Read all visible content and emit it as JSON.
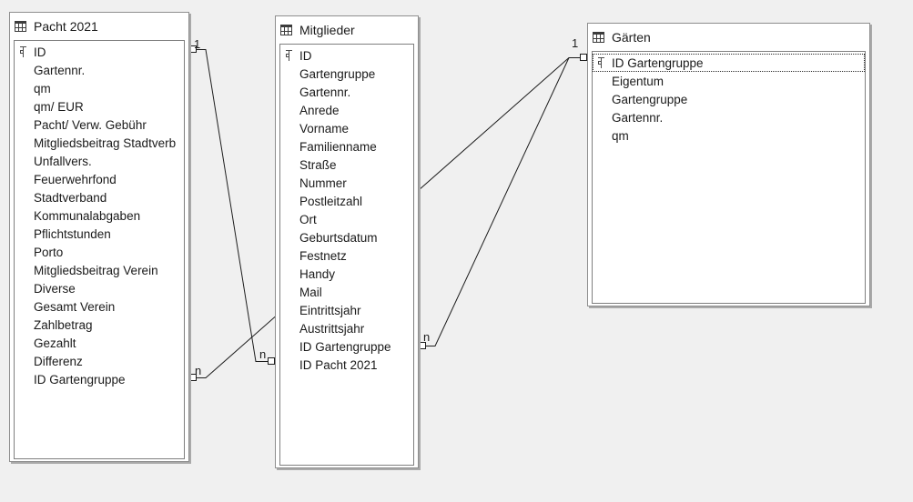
{
  "app": {
    "view": "Relationship design",
    "background_color": "#f0f0f0",
    "line_color": "#1c1c1c"
  },
  "tables": [
    {
      "name": "Pacht 2021",
      "fields": [
        {
          "name": "ID",
          "key": true
        },
        {
          "name": "Gartennr."
        },
        {
          "name": "qm"
        },
        {
          "name": "qm/ EUR"
        },
        {
          "name": "Pacht/ Verw. Gebühr"
        },
        {
          "name": "Mitgliedsbeitrag Stadtverb"
        },
        {
          "name": "Unfallvers."
        },
        {
          "name": "Feuerwehrfond"
        },
        {
          "name": "Stadtverband"
        },
        {
          "name": "Kommunalabgaben"
        },
        {
          "name": "Pflichtstunden"
        },
        {
          "name": "Porto"
        },
        {
          "name": "Mitgliedsbeitrag Verein"
        },
        {
          "name": "Diverse"
        },
        {
          "name": "Gesamt Verein"
        },
        {
          "name": "Zahlbetrag"
        },
        {
          "name": "Gezahlt"
        },
        {
          "name": "Differenz"
        },
        {
          "name": "ID Gartengruppe"
        }
      ]
    },
    {
      "name": "Mitglieder",
      "fields": [
        {
          "name": "ID",
          "key": true
        },
        {
          "name": "Gartengruppe"
        },
        {
          "name": "Gartennr."
        },
        {
          "name": "Anrede"
        },
        {
          "name": "Vorname"
        },
        {
          "name": "Familienname"
        },
        {
          "name": "Straße"
        },
        {
          "name": "Nummer"
        },
        {
          "name": "Postleitzahl"
        },
        {
          "name": "Ort"
        },
        {
          "name": "Geburtsdatum"
        },
        {
          "name": "Festnetz"
        },
        {
          "name": "Handy"
        },
        {
          "name": "Mail"
        },
        {
          "name": "Eintrittsjahr"
        },
        {
          "name": "Austrittsjahr"
        },
        {
          "name": "ID Gartengruppe"
        },
        {
          "name": "ID Pacht 2021"
        }
      ]
    },
    {
      "name": "Gärten",
      "fields": [
        {
          "name": "ID Gartengruppe",
          "key": true,
          "selected": true
        },
        {
          "name": "Eigentum"
        },
        {
          "name": "Gartengruppe"
        },
        {
          "name": "Gartennr."
        },
        {
          "name": "qm"
        }
      ]
    }
  ],
  "relationships": [
    {
      "from_table": "Pacht 2021",
      "from_field": "ID",
      "from_card": "1",
      "to_table": "Mitglieder",
      "to_field": "ID Pacht 2021",
      "to_card": "n"
    },
    {
      "from_table": "Pacht 2021",
      "from_field": "ID Gartengruppe",
      "from_card": "n",
      "to_table": "Gärten",
      "to_field": "ID Gartengruppe",
      "to_card": "1"
    },
    {
      "from_table": "Mitglieder",
      "from_field": "ID Gartengruppe",
      "from_card": "n",
      "to_table": "Gärten",
      "to_field": "ID Gartengruppe",
      "to_card": "1"
    }
  ]
}
